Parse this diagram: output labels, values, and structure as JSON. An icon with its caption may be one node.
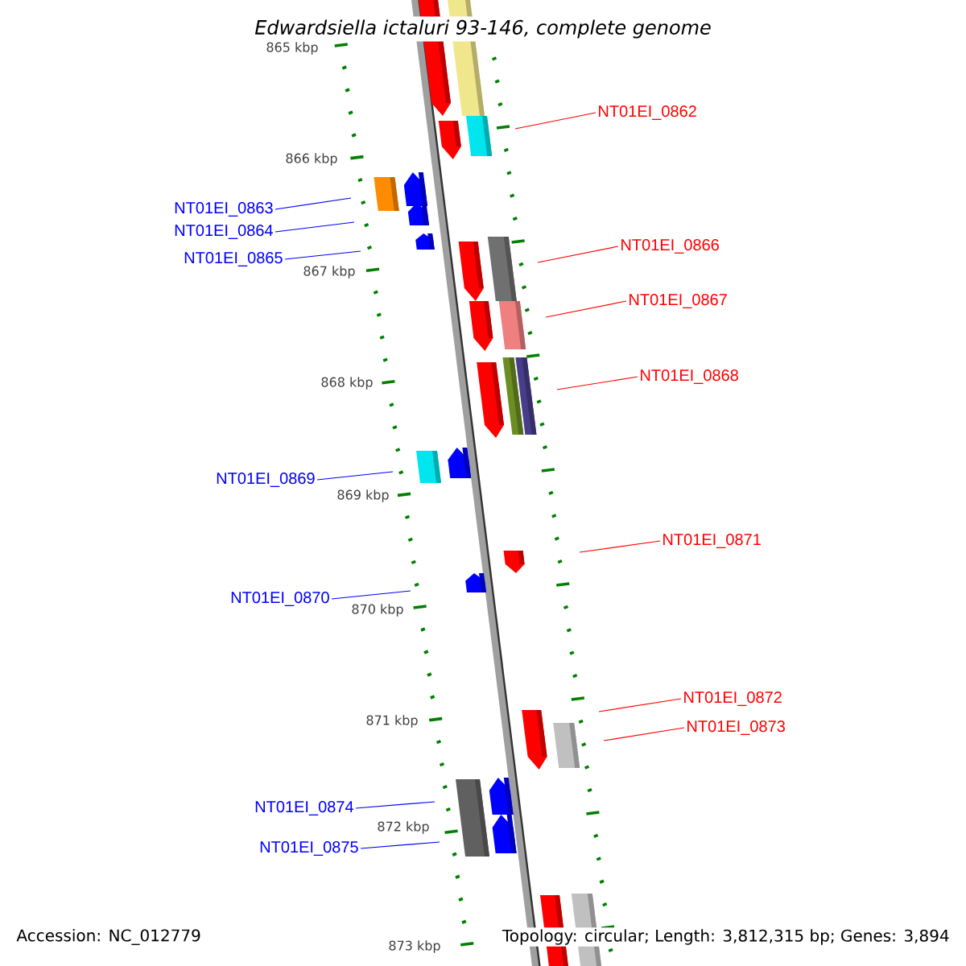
{
  "diagram": {
    "title": "Edwardsiella ictaluri 93-146, complete genome",
    "nodes": [
      {
        "text": [
          "NT01EI_0862"
        ]
      },
      {
        "text": [
          "NT01EI_0863"
        ]
      },
      {
        "text": [
          "NT01EI_0864"
        ]
      },
      {
        "text": [
          "NT01EI_0865"
        ]
      },
      {
        "text": [
          "NT01EI_0866"
        ]
      },
      {
        "text": [
          "NT01EI_0867"
        ]
      },
      {
        "text": [
          "NT01EI_0868"
        ]
      },
      {
        "text": [
          "NT01EI_0869"
        ]
      },
      {
        "text": [
          "NT01EI_0871"
        ]
      },
      {
        "text": [
          "NT01EI_0870"
        ]
      },
      {
        "text": [
          "NT01EI_0872"
        ]
      },
      {
        "text": [
          "NT01EI_0873"
        ]
      },
      {
        "text": [
          "NT01EI_0874"
        ]
      },
      {
        "text": [
          "NT01EI_0875"
        ]
      }
    ],
    "edges": [
      {
        "from": 0,
        "to": null,
        "arrow": "none"
      },
      {
        "from": 1,
        "to": null,
        "arrow": "none",
        "color": "#0000ff"
      },
      {
        "from": 2,
        "to": null,
        "arrow": "none",
        "color": "#0000ff"
      },
      {
        "from": 3,
        "to": null,
        "arrow": "none",
        "color": "#0000ff"
      },
      {
        "from": 4,
        "to": null,
        "arrow": "none"
      },
      {
        "from": 5,
        "to": null,
        "arrow": "none"
      },
      {
        "from": 6,
        "to": null,
        "arrow": "none"
      },
      {
        "from": 7,
        "to": null,
        "arrow": "none",
        "color": "#0000ff"
      },
      {
        "from": 8,
        "to": null,
        "arrow": "none"
      },
      {
        "from": 9,
        "to": null,
        "arrow": "none",
        "color": "#0000ff"
      },
      {
        "from": 10,
        "to": null,
        "arrow": "none"
      },
      {
        "from": 11,
        "to": null,
        "arrow": "none"
      },
      {
        "from": 12,
        "to": null,
        "arrow": "none",
        "color": "#0000ff"
      },
      {
        "from": 13,
        "to": null,
        "arrow": "none",
        "color": "#0000ff"
      }
    ],
    "labels": [
      "865 kbp",
      "866 kbp",
      "867 kbp",
      "868 kbp",
      "869 kbp",
      "870 kbp",
      "871 kbp",
      "872 kbp",
      "873 kbp",
      "Accession: NC_012779",
      "Topology: circular; Length: 3,812,315 bp; Genes: 3,894"
    ]
  }
}
